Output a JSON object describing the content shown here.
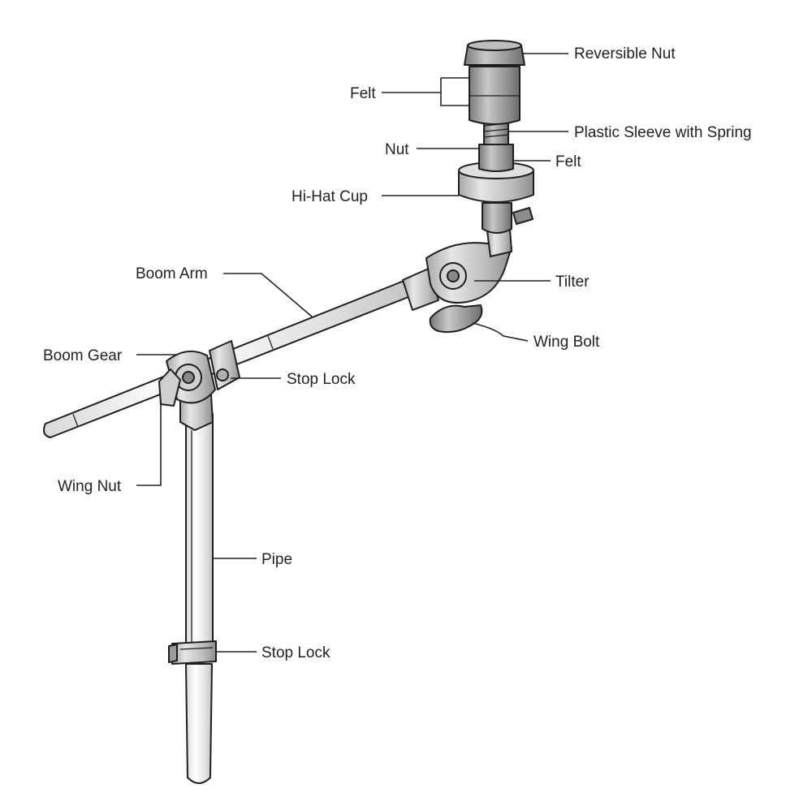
{
  "labels": {
    "reversible_nut": "Reversible Nut",
    "felt_top": "Felt",
    "plastic_sleeve": "Plastic Sleeve with Spring",
    "nut": "Nut",
    "felt_lower": "Felt",
    "hi_hat_cup": "Hi-Hat Cup",
    "boom_arm": "Boom Arm",
    "tilter": "Tilter",
    "wing_bolt": "Wing Bolt",
    "boom_gear": "Boom Gear",
    "stop_lock_upper": "Stop Lock",
    "wing_nut": "Wing Nut",
    "pipe": "Pipe",
    "stop_lock_lower": "Stop Lock"
  }
}
